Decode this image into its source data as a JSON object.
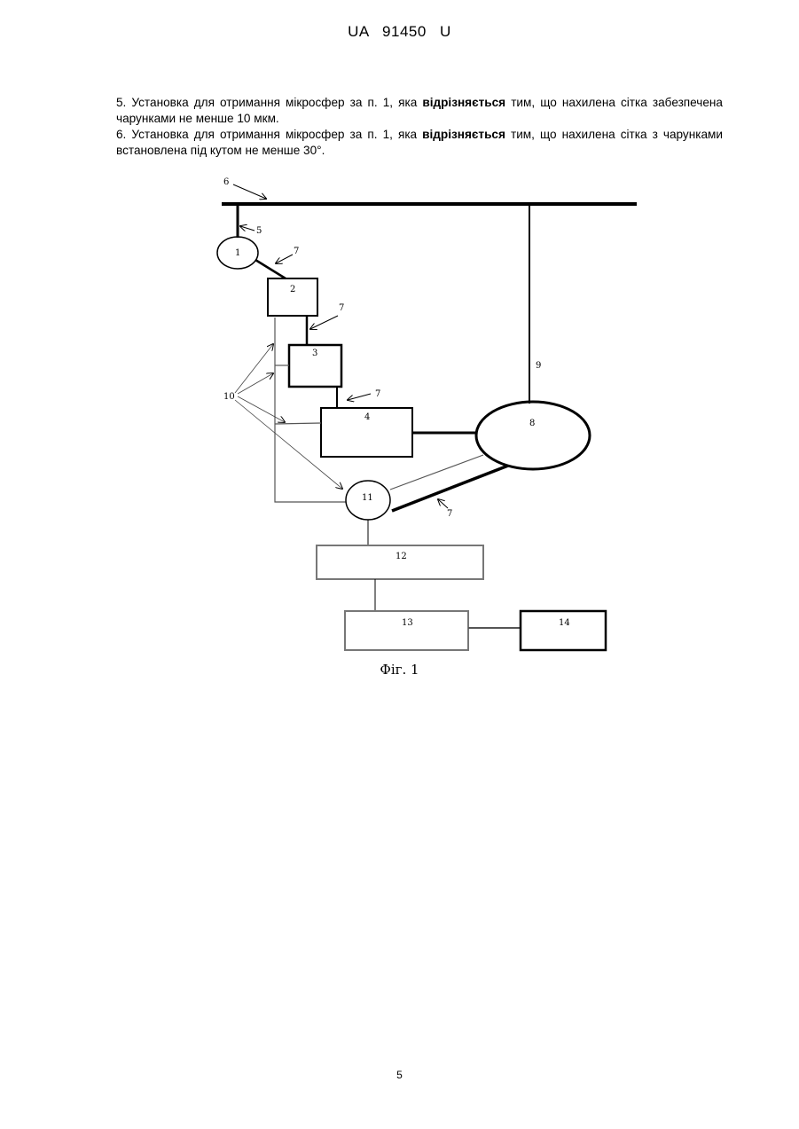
{
  "header": {
    "doc_number": "UA   91450   U"
  },
  "claims": [
    {
      "before": "5. Установка для отримання мікросфер за п. 1, яка ",
      "bold": "відрізняється",
      "after": " тим, що нахилена сітка забезпечена чарунками не менше 10 мкм."
    },
    {
      "before": "6. Установка для отримання мікросфер за п. 1, яка ",
      "bold": "відрізняється",
      "after": " тим, що нахилена сітка з чарунками встановлена під кутом не менше 30°."
    }
  ],
  "figure": {
    "labels": {
      "n1": "1",
      "n2": "2",
      "n3": "3",
      "n4": "4",
      "n5": "5",
      "n6": "6",
      "n7a": "7",
      "n7b": "7",
      "n7c": "7",
      "n7d": "7",
      "n8": "8",
      "n9": "9",
      "n10": "10",
      "n11": "11",
      "n12": "12",
      "n13": "13",
      "n14": "14"
    },
    "caption": "Фіг. 1"
  },
  "page_number": "5"
}
